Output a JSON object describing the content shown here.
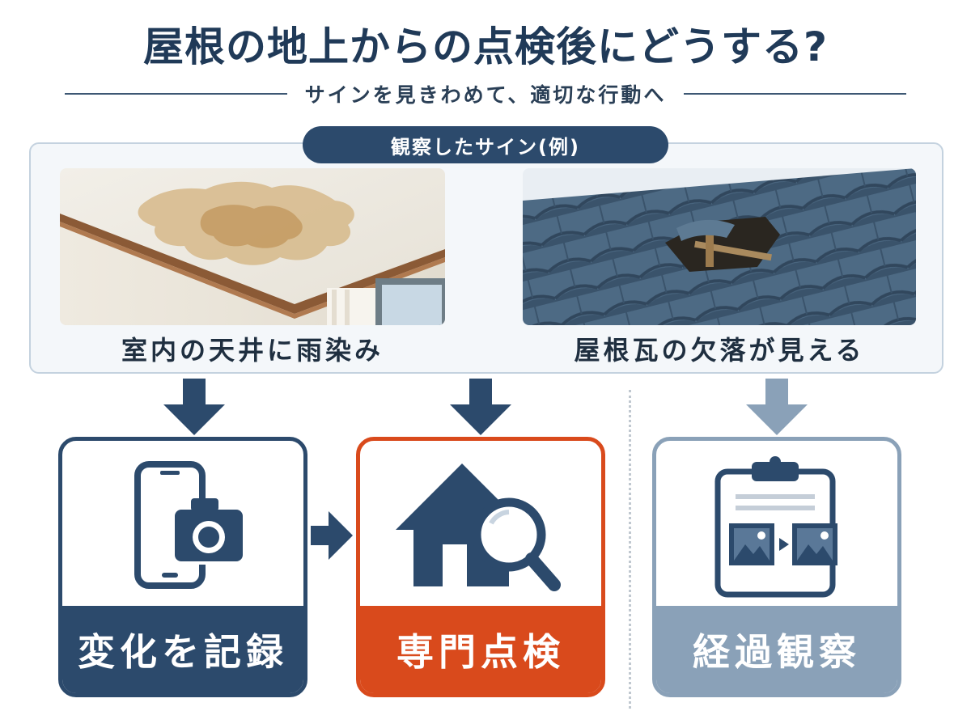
{
  "title": "屋根の地上からの点検後にどうする?",
  "subtitle": "サインを見きわめて、適切な行動へ",
  "signs": {
    "header": "観察したサイン(例)",
    "items": [
      {
        "caption": "室内の天井に雨染み"
      },
      {
        "caption": "屋根瓦の欠落が見える"
      }
    ]
  },
  "actions": [
    {
      "label": "変化を記録",
      "color": "#2c4a6c",
      "icon": "smartphone-camera-icon"
    },
    {
      "label": "専門点検",
      "color": "#d94a1c",
      "icon": "house-magnifier-icon"
    },
    {
      "label": "経過観察",
      "color": "#8aa1b8",
      "icon": "clipboard-compare-icon"
    }
  ],
  "colors": {
    "navy": "#2c4a6c",
    "orange": "#d94a1c",
    "gray_blue": "#8aa1b8"
  }
}
